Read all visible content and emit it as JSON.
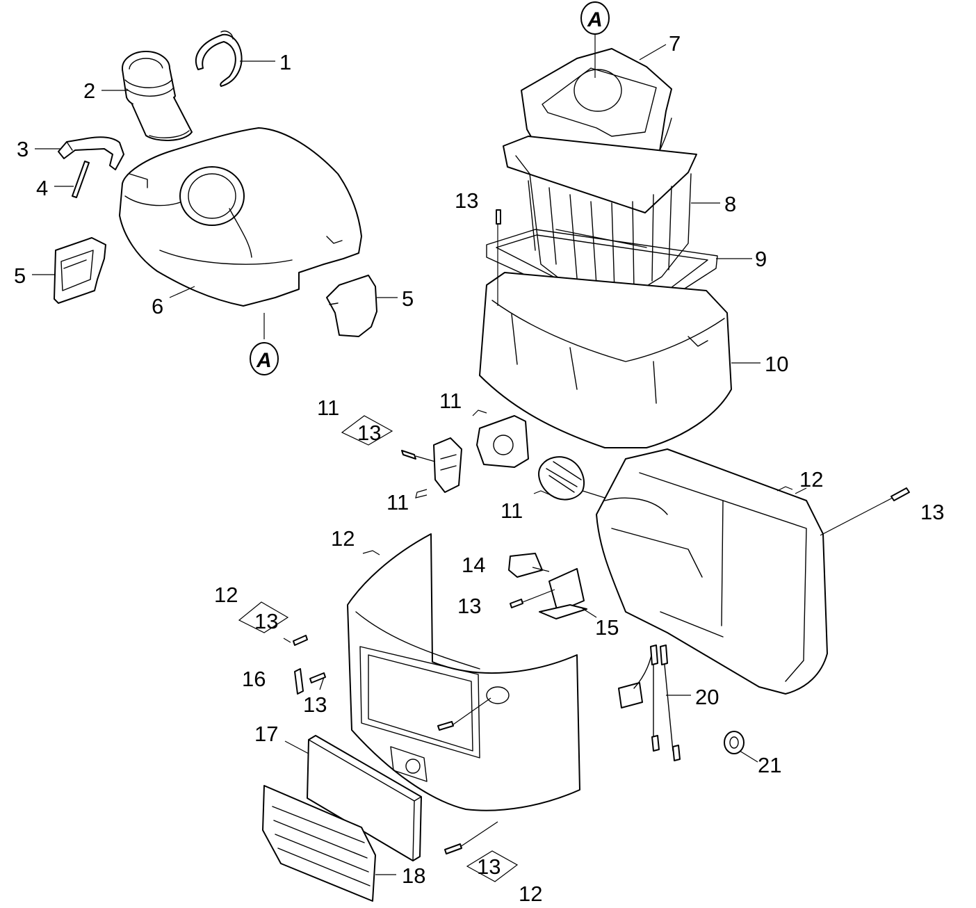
{
  "labels": [
    {
      "text": "1"
    },
    {
      "text": "2"
    },
    {
      "text": "3"
    },
    {
      "text": "4"
    },
    {
      "text": "5"
    },
    {
      "text": "5"
    },
    {
      "text": "6"
    },
    {
      "text": "7"
    },
    {
      "text": "8"
    },
    {
      "text": "13"
    },
    {
      "text": "9"
    },
    {
      "text": "10"
    },
    {
      "text": "11"
    },
    {
      "text": "13"
    },
    {
      "text": "11"
    },
    {
      "text": "11"
    },
    {
      "text": "11"
    },
    {
      "text": "12"
    },
    {
      "text": "13"
    },
    {
      "text": "12"
    },
    {
      "text": "14"
    },
    {
      "text": "13"
    },
    {
      "text": "15"
    },
    {
      "text": "12"
    },
    {
      "text": "13"
    },
    {
      "text": "16"
    },
    {
      "text": "13"
    },
    {
      "text": "20"
    },
    {
      "text": "21"
    },
    {
      "text": "17"
    },
    {
      "text": "18"
    },
    {
      "text": "13"
    },
    {
      "text": "12"
    }
  ],
  "markers": [
    {
      "text": "A"
    },
    {
      "text": "A"
    }
  ]
}
